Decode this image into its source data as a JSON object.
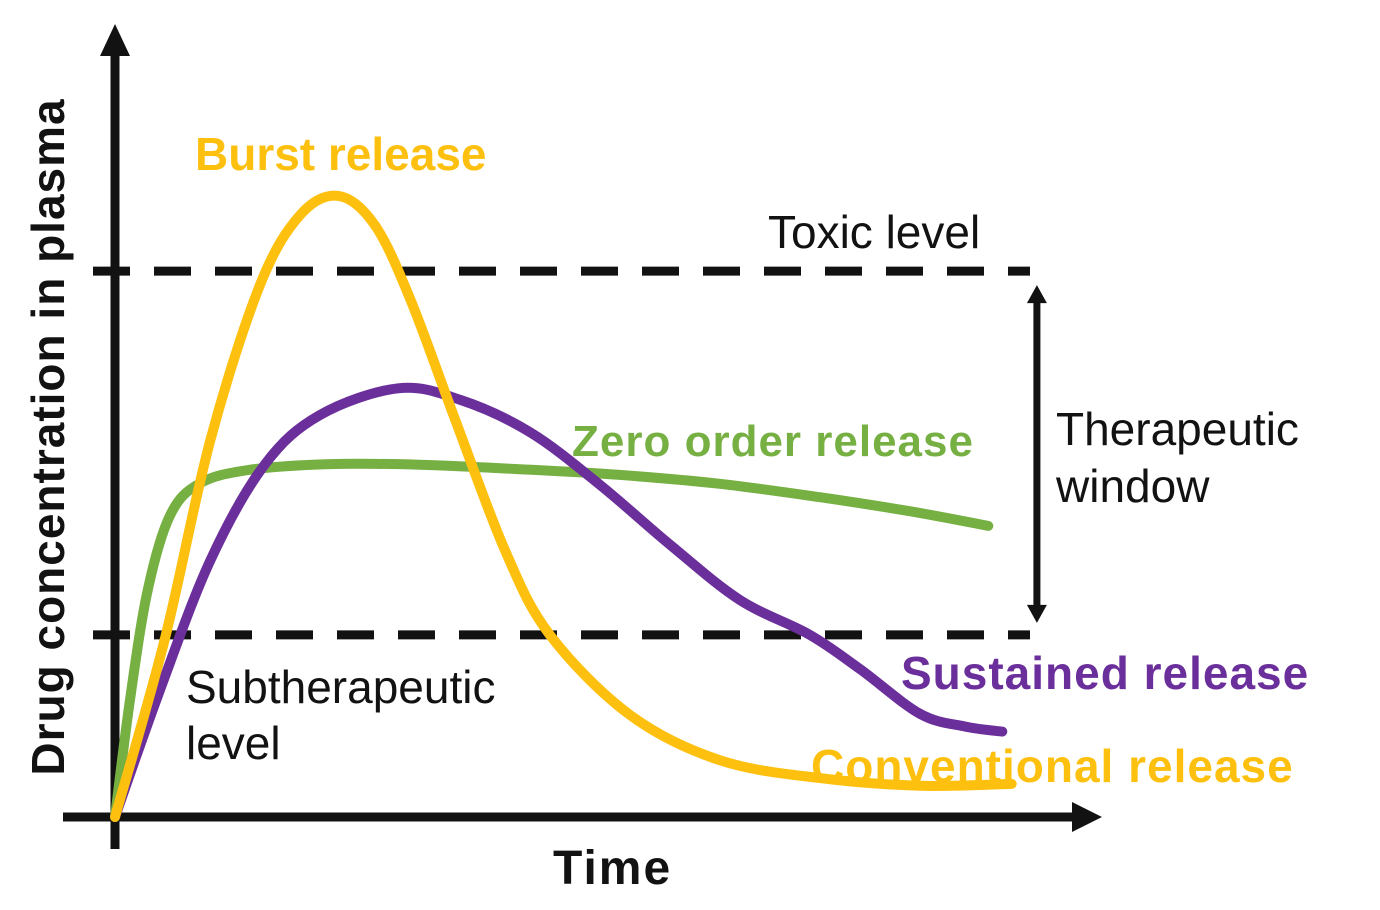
{
  "chart_data": {
    "type": "line",
    "xlabel": "Time",
    "ylabel": "Drug concentration in plasma",
    "x_axis": {
      "range": [
        0,
        100
      ],
      "tick_labels": "none"
    },
    "y_axis": {
      "range": [
        0,
        100
      ],
      "tick_labels": "none"
    },
    "grid": false,
    "legend_position": "inline-curve-labels",
    "reference_lines": [
      {
        "name": "toxic-level",
        "label": "Toxic level",
        "value": 85.7,
        "style": "dashed",
        "color": "#121212"
      },
      {
        "name": "subtherapeutic-level",
        "label": "Subtherapeutic level",
        "value": 28.6,
        "style": "dashed",
        "color": "#121212"
      }
    ],
    "annotations": [
      {
        "name": "therapeutic-window",
        "label": "Therapeutic window",
        "type": "vertical-double-arrow",
        "x": 98.6,
        "from": 28.6,
        "to": 85.7
      }
    ],
    "series": [
      {
        "id": "zero-order-release",
        "name": "Zero order release",
        "color": "#76B043",
        "points": [
          [
            0,
            0
          ],
          [
            1.6,
            18.4
          ],
          [
            3.5,
            35.6
          ],
          [
            5.9,
            47.4
          ],
          [
            9.1,
            52.4
          ],
          [
            14.4,
            54.5
          ],
          [
            23,
            55.4
          ],
          [
            32.6,
            55.3
          ],
          [
            43.3,
            54.6
          ],
          [
            54,
            53.7
          ],
          [
            64.7,
            52.3
          ],
          [
            75.4,
            50.2
          ],
          [
            85,
            48
          ],
          [
            93.4,
            45.7
          ]
        ]
      },
      {
        "id": "sustained-release",
        "name": "Sustained release",
        "color": "#6B2F9B",
        "points": [
          [
            0,
            0
          ],
          [
            4.8,
            19.9
          ],
          [
            10.2,
            40.3
          ],
          [
            16,
            55.3
          ],
          [
            21.9,
            63.1
          ],
          [
            30.3,
            67.3
          ],
          [
            36.9,
            65.5
          ],
          [
            44.4,
            60.4
          ],
          [
            51.9,
            52.1
          ],
          [
            59.4,
            42.7
          ],
          [
            66.8,
            34.1
          ],
          [
            74.3,
            28.6
          ],
          [
            79.7,
            23.2
          ],
          [
            86.1,
            16.2
          ],
          [
            90.9,
            14.2
          ],
          [
            94.9,
            13.4
          ]
        ]
      },
      {
        "id": "burst-conventional-release",
        "name": "Burst / Conventional release",
        "labels": [
          "Burst release",
          "Conventional release"
        ],
        "color": "#FEC00F",
        "points": [
          [
            0,
            0
          ],
          [
            5.3,
            27.8
          ],
          [
            10.2,
            59.2
          ],
          [
            15.5,
            83.5
          ],
          [
            19.8,
            94.5
          ],
          [
            23.9,
            97.5
          ],
          [
            27.8,
            92.9
          ],
          [
            31.6,
            81.2
          ],
          [
            36.4,
            62.3
          ],
          [
            41.7,
            41.9
          ],
          [
            46.5,
            28.6
          ],
          [
            55.1,
            16
          ],
          [
            64.7,
            8.9
          ],
          [
            75.4,
            6.1
          ],
          [
            86.1,
            4.9
          ],
          [
            95.9,
            5.2
          ]
        ]
      }
    ]
  },
  "labels": {
    "burst_release": "Burst release",
    "toxic_level": "Toxic level",
    "zero_order_release": "Zero order release",
    "therapeutic_line1": "Therapeutic",
    "therapeutic_line2": "window",
    "subtherapeutic_line1": "Subtherapeutic",
    "subtherapeutic_line2": "level",
    "sustained_release": "Sustained release",
    "conventional_release": "Conventional release",
    "xlabel": "Time",
    "ylabel": "Drug concentration in plasma"
  },
  "colors": {
    "yellow": "#FEC00F",
    "purple": "#6B2F9B",
    "green": "#76B043",
    "ink": "#121212",
    "background": "#FFFFFF"
  }
}
